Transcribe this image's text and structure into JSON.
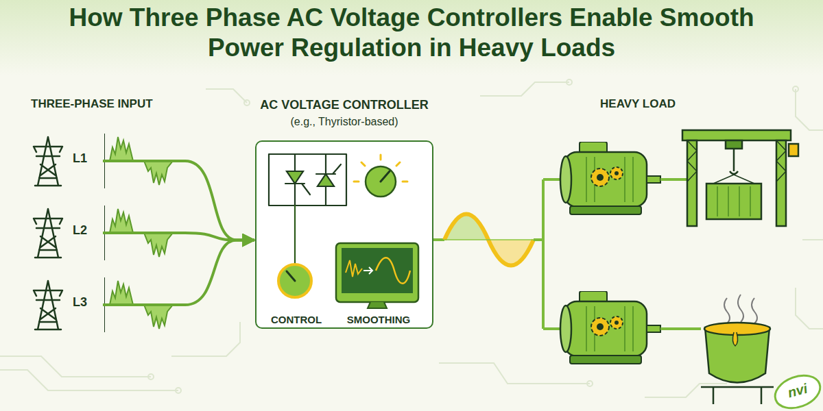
{
  "diagram": {
    "title": "How Three Phase AC Voltage Controllers Enable Smooth Power Regulation in Heavy Loads",
    "nodes": [
      {
        "text": [
          "L1"
        ]
      },
      {
        "text": [
          "L2"
        ]
      },
      {
        "text": [
          "L3"
        ]
      },
      {
        "text": [
          "AC VOLTAGE CONTROLLER",
          "(e.g., Thyristor-based)"
        ]
      },
      {
        "text": [
          "CONTROL"
        ],
        "in": 3
      },
      {
        "text": [
          "SMOOTHING"
        ],
        "in": 3
      }
    ],
    "edges": [
      {
        "from": 0,
        "to": 3,
        "arrow": "to"
      },
      {
        "from": 1,
        "to": 3,
        "arrow": "to"
      },
      {
        "from": 2,
        "to": 3,
        "arrow": "to"
      }
    ],
    "labels": [
      "THREE-PHASE INPUT",
      "HEAVY LOAD",
      "nvi"
    ]
  }
}
